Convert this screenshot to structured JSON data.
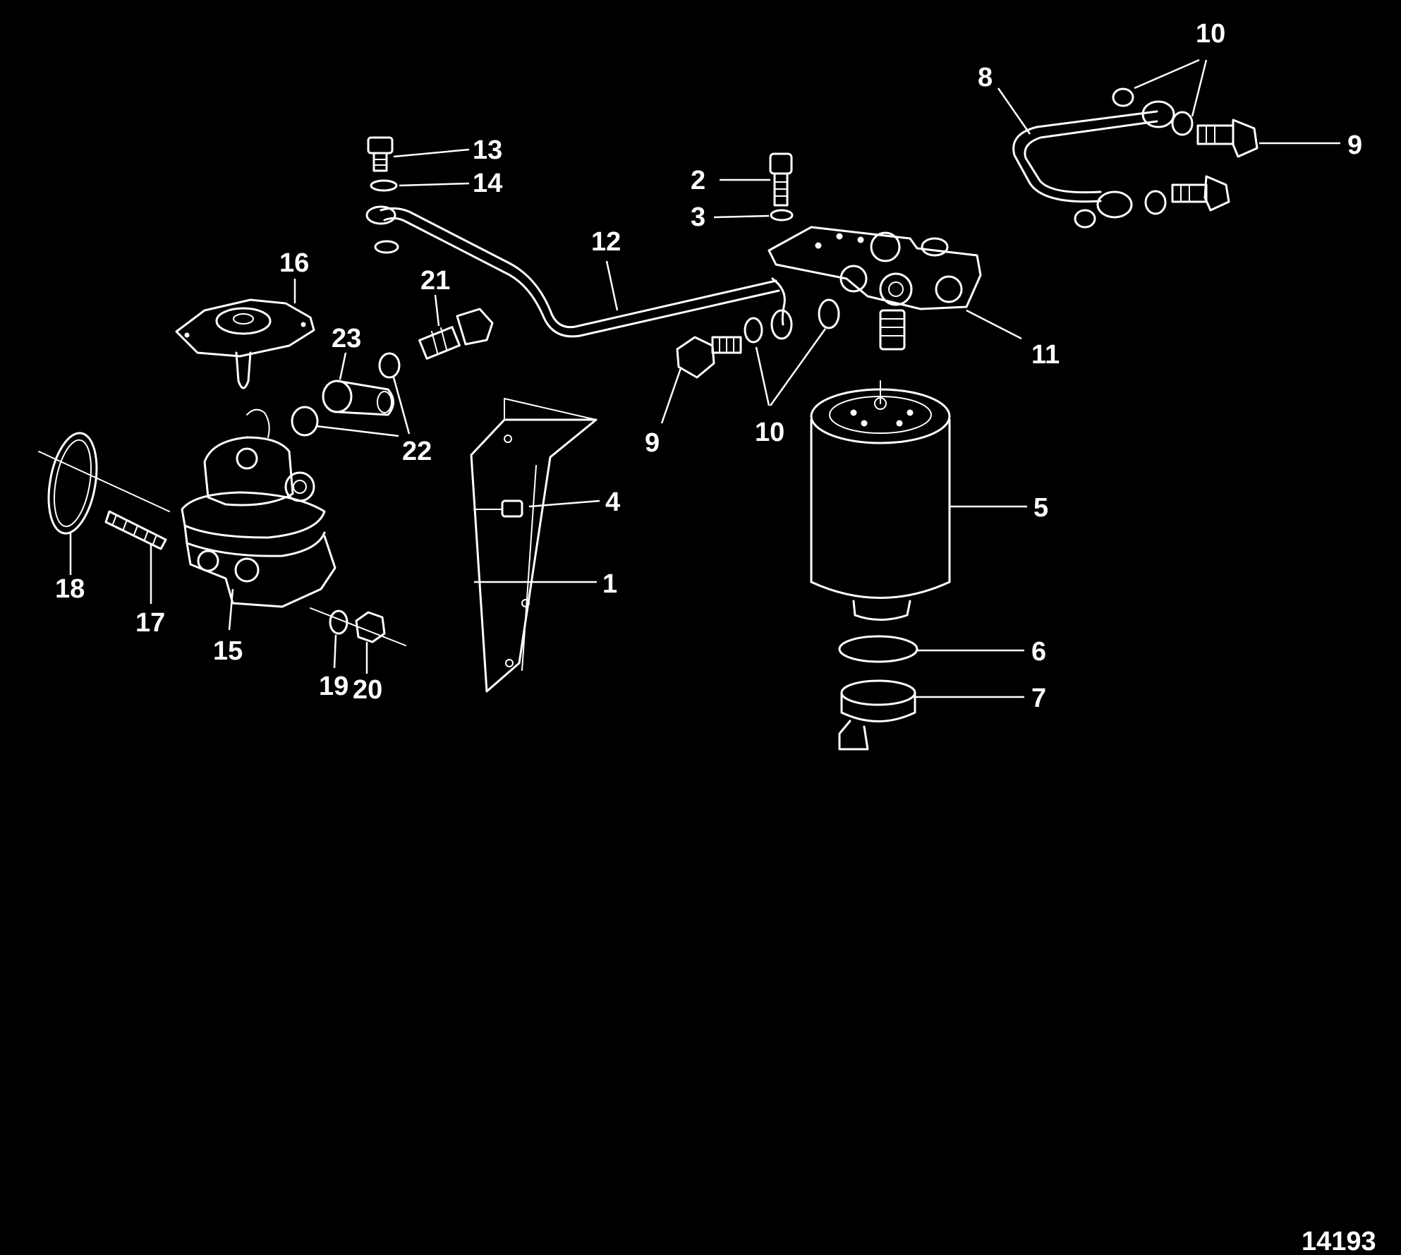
{
  "diagram": {
    "callouts": {
      "c1": "1",
      "c2": "2",
      "c3": "3",
      "c4": "4",
      "c5": "5",
      "c6": "6",
      "c7": "7",
      "c8": "8",
      "c9a": "9",
      "c9b": "9",
      "c10a": "10",
      "c10b": "10",
      "c11": "11",
      "c12": "12",
      "c13": "13",
      "c14": "14",
      "c15": "15",
      "c16": "16",
      "c17": "17",
      "c18": "18",
      "c19": "19",
      "c20": "20",
      "c21": "21",
      "c22": "22",
      "c23": "23"
    },
    "figure_number": "14193"
  }
}
